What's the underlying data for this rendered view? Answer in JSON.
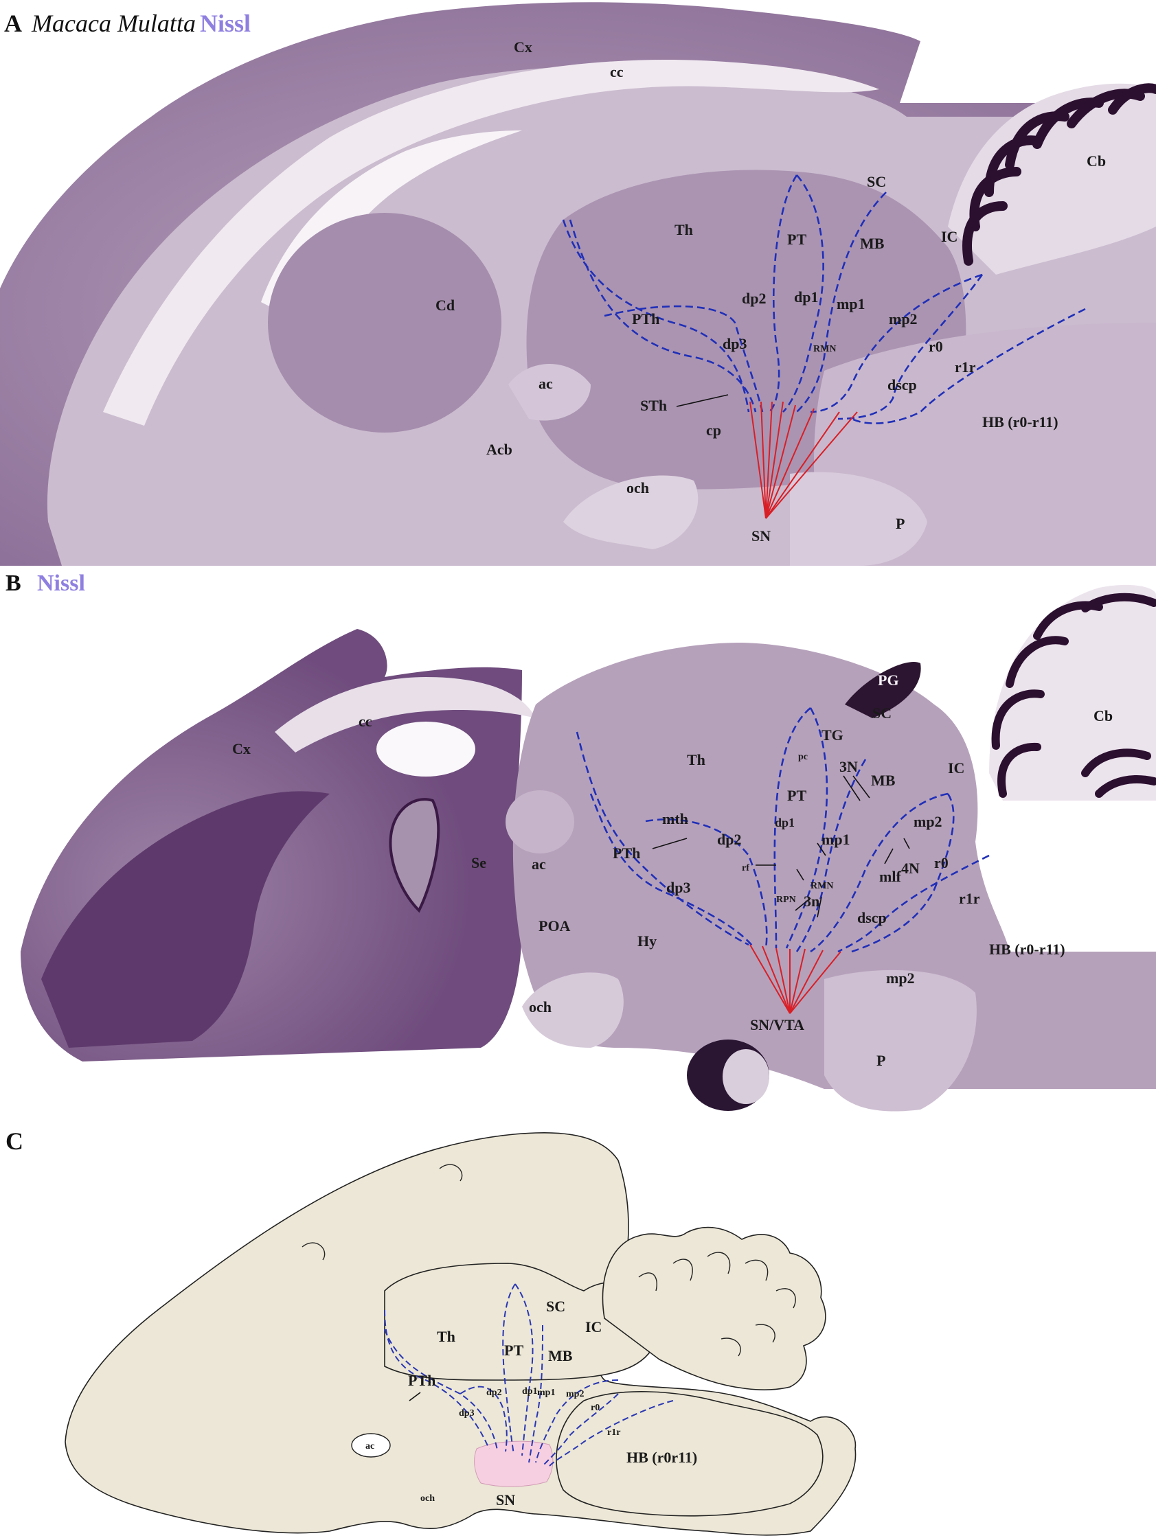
{
  "panel_a": {
    "letter": "A",
    "species": "Macaca Mulatta",
    "stain": "Nissl",
    "stain_color": "#8f7fe0",
    "labels": {
      "cx": "Cx",
      "cc": "cc",
      "cb": "Cb",
      "sc": "SC",
      "ic": "IC",
      "th": "Th",
      "pt": "PT",
      "mb": "MB",
      "cd": "Cd",
      "dp2": "dp2",
      "dp1": "dp1",
      "mp1": "mp1",
      "mp2": "mp2",
      "pth": "PTh",
      "dp3": "dp3",
      "rmn": "RMN",
      "r0": "r0",
      "r1r": "r1r",
      "ac": "ac",
      "dscp": "dscp",
      "sth": "STh",
      "hb": "HB (r0-r11)",
      "cp": "cp",
      "acb": "Acb",
      "och": "och",
      "sn": "SN",
      "p": "P"
    }
  },
  "panel_b": {
    "letter": "B",
    "stain": "Nissl",
    "stain_color": "#8f7fe0",
    "labels": {
      "pg": "PG",
      "sc": "SC",
      "cb": "Cb",
      "tg": "TG",
      "cc": "cc",
      "cx": "Cx",
      "th": "Th",
      "pc": "pc",
      "ic": "IC",
      "mb": "MB",
      "n3": "3N",
      "pt": "PT",
      "mth": "mth",
      "dp1": "dp1",
      "mp2a": "mp2",
      "mp1": "mp1",
      "se": "Se",
      "ac": "ac",
      "pth": "PTh",
      "dp2": "dp2",
      "rf": "rf",
      "r0": "r0",
      "mlf": "mlf",
      "n4": "4N",
      "dp3": "dp3",
      "rmn": "RMN",
      "rpn": "RPN",
      "n3n": "3n",
      "r1r": "r1r",
      "poa": "POA",
      "hy": "Hy",
      "dscp": "dscp",
      "hb": "HB (r0-r11)",
      "mp2b": "mp2",
      "och": "och",
      "snvta": "SN/VTA",
      "p": "P"
    }
  },
  "panel_c": {
    "letter": "C",
    "fill_color": "#ece7d6",
    "sn_color": "#f6cfe0",
    "labels": {
      "sc": "SC",
      "ic": "IC",
      "th": "Th",
      "pt": "PT",
      "mb": "MB",
      "pth": "PTh",
      "dp2": "dp2",
      "dp1": "dp1",
      "mp1": "mp1",
      "mp2": "mp2",
      "r0": "r0",
      "dp3": "dp3",
      "r1r": "r1r",
      "ac": "ac",
      "hb": "HB (r0r11)",
      "och": "och",
      "sn": "SN"
    }
  }
}
